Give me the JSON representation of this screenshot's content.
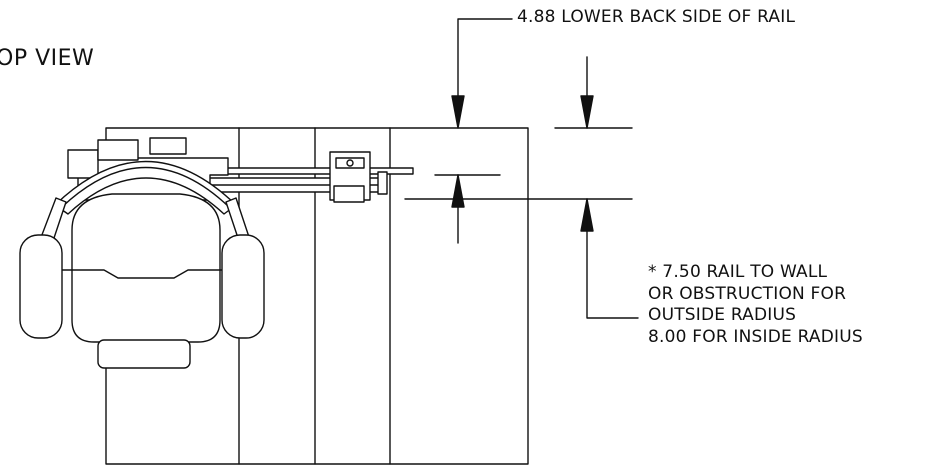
{
  "view_title": "OP VIEW",
  "dimension_back_rail": "4.88 LOWER BACK SIDE OF RAIL",
  "wall_note": {
    "line1": "* 7.50 RAIL TO WALL",
    "line2": "OR OBSTRUCTION FOR",
    "line3": "OUTSIDE RADIUS",
    "line4": "8.00 FOR INSIDE RADIUS"
  }
}
